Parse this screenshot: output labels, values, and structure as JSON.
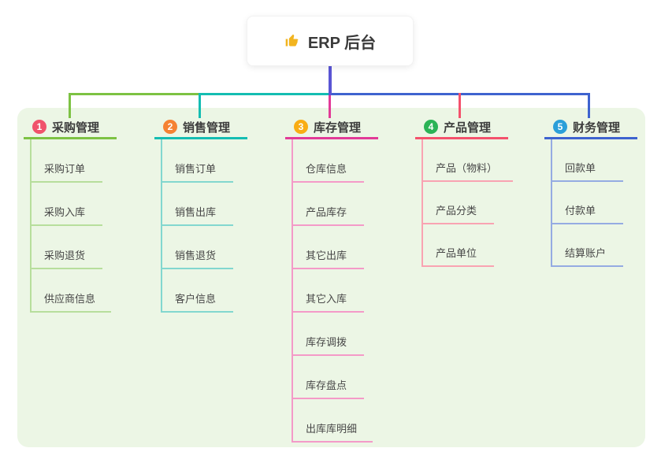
{
  "root": {
    "label": "ERP 后台",
    "icon": "thumbs-up-icon"
  },
  "branches": [
    {
      "num": "1",
      "label": "采购管理",
      "badge_color": "#f0536b",
      "line_color": "#7dc243",
      "child_line_color": "#b7de9c",
      "children": [
        "采购订单",
        "采购入库",
        "采购退货",
        "供应商信息"
      ]
    },
    {
      "num": "2",
      "label": "销售管理",
      "badge_color": "#f58233",
      "line_color": "#14bdb2",
      "child_line_color": "#82d7cf",
      "children": [
        "销售订单",
        "销售出库",
        "销售退货",
        "客户信息"
      ]
    },
    {
      "num": "3",
      "label": "库存管理",
      "badge_color": "#f9ad14",
      "line_color": "#e23a97",
      "child_line_color": "#f49ac8",
      "children": [
        "仓库信息",
        "产品库存",
        "其它出库",
        "其它入库",
        "库存调拨",
        "库存盘点",
        "出库库明细"
      ]
    },
    {
      "num": "4",
      "label": "产品管理",
      "badge_color": "#2bb356",
      "line_color": "#f4516c",
      "child_line_color": "#f9a3b2",
      "children": [
        "产品（物料）",
        "产品分类",
        "产品单位"
      ]
    },
    {
      "num": "5",
      "label": "财务管理",
      "badge_color": "#2b9fd9",
      "line_color": "#3e63cf",
      "child_line_color": "#95abe2",
      "children": [
        "回款单",
        "付款单",
        "结算账户"
      ]
    }
  ],
  "colors": {
    "root_connector": "#5a55d4",
    "panel_background": "#ecf6e5",
    "thumb_icon": "#f2b41f"
  }
}
